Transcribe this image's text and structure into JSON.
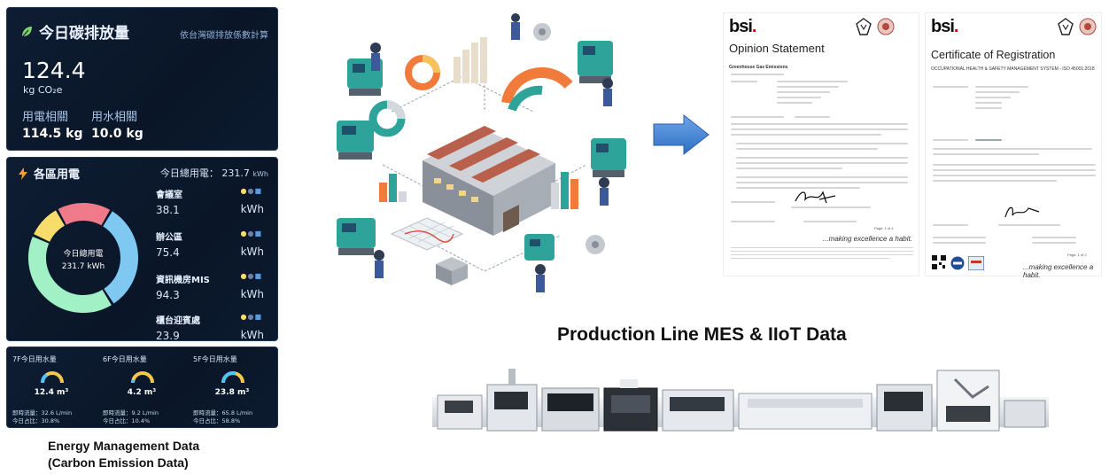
{
  "carbon": {
    "title": "今日碳排放量",
    "subtitle": "依台灣碳排放係數計算",
    "value": "124.4",
    "unit": "kg CO₂e",
    "electric_label": "用電相關",
    "electric_value": "114.5 kg",
    "water_label": "用水相關",
    "water_value": "10.0 kg",
    "accent": "#7fd36b"
  },
  "power": {
    "title": "各區用電",
    "total_label": "今日總用電：",
    "total_value": "231.7",
    "total_unit": "kWh",
    "center_label": "今日總用電",
    "center_value": "231.7 kWh",
    "rooms": [
      {
        "name": "會議室",
        "value": "38.1",
        "unit": "kWh",
        "color": "#ef7b8a"
      },
      {
        "name": "辦公區",
        "value": "75.4",
        "unit": "kWh",
        "color": "#7ec8f2"
      },
      {
        "name": "資訊機房MIS",
        "value": "94.3",
        "unit": "kWh",
        "color": "#8ff0b4"
      },
      {
        "name": "櫃台迎賓處",
        "value": "23.9",
        "unit": "kWh",
        "color": "#f6dc6a"
      }
    ],
    "donut_segments": [
      {
        "value": 38.1,
        "color": "#ef7b8a"
      },
      {
        "value": 75.4,
        "color": "#7ec8f2"
      },
      {
        "value": 94.3,
        "color": "#a2f0c6"
      },
      {
        "value": 23.9,
        "color": "#f6dc6a"
      }
    ]
  },
  "water": {
    "floors": [
      {
        "title": "7F今日用水量",
        "value": "12.4 m³",
        "flow": "即時流量：32.6 L/min",
        "share": "今日占比：30.8%",
        "fraction": 0.31
      },
      {
        "title": "6F今日用水量",
        "value": "4.2 m³",
        "flow": "即時流量：9.2 L/min",
        "share": "今日占比：10.4%",
        "fraction": 0.1
      },
      {
        "title": "5F今日用水量",
        "value": "23.8 m³",
        "flow": "即時流量：65.8 L/min",
        "share": "今日占比：58.8%",
        "fraction": 0.59
      }
    ]
  },
  "captions": {
    "energy_line1": "Energy Management Data",
    "energy_line2": "(Carbon Emission Data)",
    "mes": "Production Line MES & IIoT Data"
  },
  "certs": {
    "brand": "bsi",
    "cert1_title": "Opinion Statement",
    "cert1_heading": "Greenhouse Gas Emissions",
    "cert1_motto": "...making excellence a habit.",
    "cert2_title": "Certificate of Registration",
    "cert2_heading": "OCCUPATIONAL HEALTH & SAFETY MANAGEMENT SYSTEM - ISO 45001:2018",
    "cert2_motto": "...making excellence a habit.",
    "page1": "Page: 1 of 4",
    "page2": "Page: 1 of 2"
  }
}
